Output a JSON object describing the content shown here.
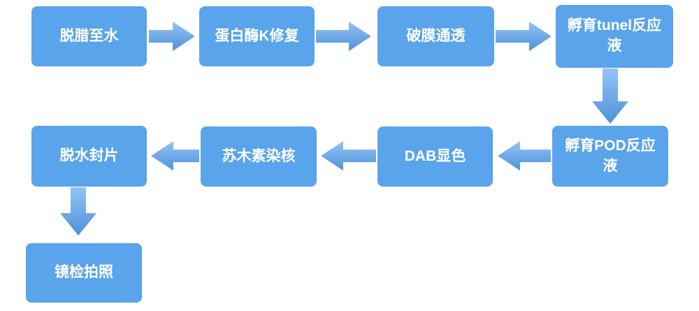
{
  "diagram": {
    "type": "flowchart",
    "background_color": "#ffffff",
    "node_fill_color": "#59a4ea",
    "node_text_color": "#ffffff",
    "arrow_gradient": {
      "from": "#94c4f3",
      "to": "#4e92db"
    },
    "nodes": [
      {
        "id": "step-1",
        "label": "脱腊至水"
      },
      {
        "id": "step-2",
        "label": "蛋白酶K修复"
      },
      {
        "id": "step-3",
        "label": "破膜通透"
      },
      {
        "id": "step-4",
        "label": "孵育tunel反应液"
      },
      {
        "id": "step-5",
        "label": "孵育POD反应液"
      },
      {
        "id": "step-6",
        "label": "DAB显色"
      },
      {
        "id": "step-7",
        "label": "苏木素染核"
      },
      {
        "id": "step-8",
        "label": "脱水封片"
      },
      {
        "id": "step-9",
        "label": "镜检拍照"
      }
    ],
    "connections": [
      {
        "from": "step-1",
        "to": "step-2",
        "direction": "right"
      },
      {
        "from": "step-2",
        "to": "step-3",
        "direction": "right"
      },
      {
        "from": "step-3",
        "to": "step-4",
        "direction": "right"
      },
      {
        "from": "step-4",
        "to": "step-5",
        "direction": "down"
      },
      {
        "from": "step-5",
        "to": "step-6",
        "direction": "left"
      },
      {
        "from": "step-6",
        "to": "step-7",
        "direction": "left"
      },
      {
        "from": "step-7",
        "to": "step-8",
        "direction": "left"
      },
      {
        "from": "step-8",
        "to": "step-9",
        "direction": "down"
      }
    ]
  }
}
